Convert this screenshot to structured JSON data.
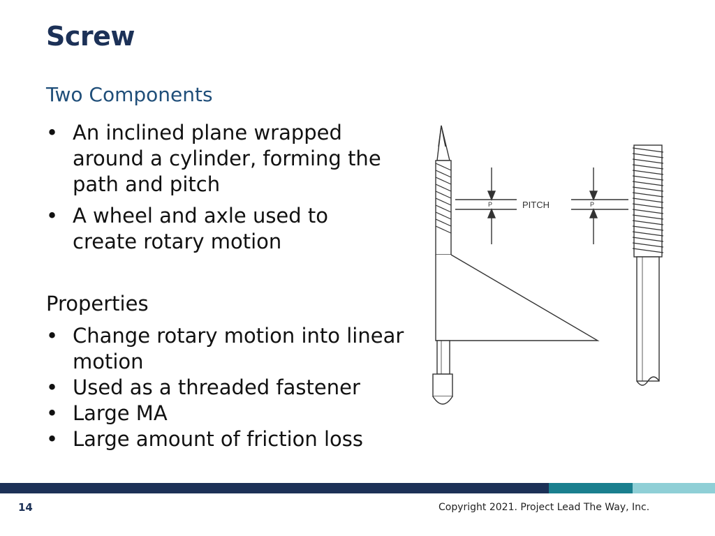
{
  "slide": {
    "title": "Screw",
    "subtitle": "Two Components",
    "components": [
      "An inclined plane wrapped around a cylinder, forming the path and pitch",
      "A wheel and axle used to create rotary motion"
    ],
    "properties_heading": "Properties",
    "properties": [
      "Change rotary motion into linear motion",
      "Used as a threaded fastener",
      "Large MA",
      "Large amount of friction loss"
    ]
  },
  "figure": {
    "pitch_label": "PITCH",
    "p_label_left": "P",
    "p_label_right": "P"
  },
  "footer": {
    "page_number": "14",
    "copyright": "Copyright 2021. Project Lead The Way, Inc."
  },
  "colors": {
    "title": "#1c3157",
    "subtitle": "#1f4e79",
    "bar_navy": "#1c3157",
    "bar_teal": "#1a7f8e",
    "bar_light": "#8fcfd6"
  }
}
